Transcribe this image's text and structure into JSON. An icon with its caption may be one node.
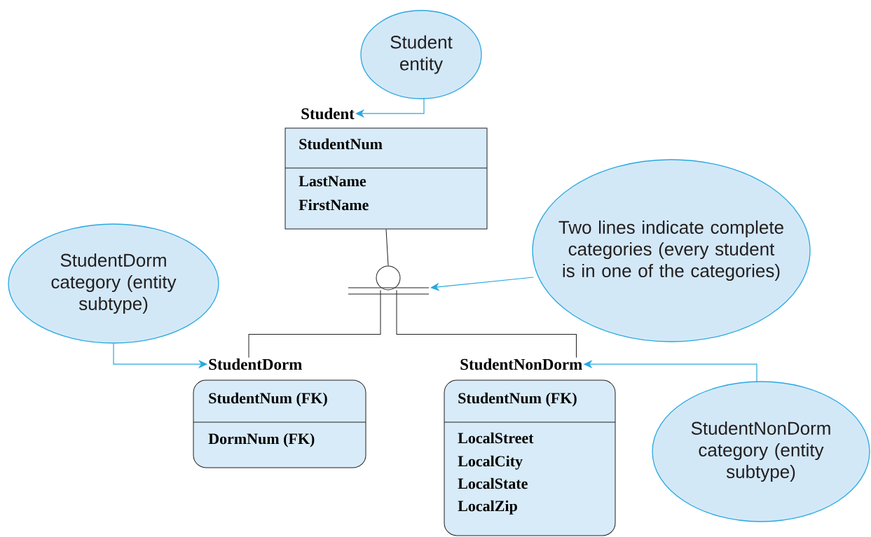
{
  "diagram": {
    "nodes": [
      {
        "text": [
          "Student entity"
        ]
      },
      {
        "text": [
          "Student",
          "StudentNum",
          "LastName",
          "FirstName"
        ]
      },
      {
        "text": [
          "StudentDorm category (entity subtype)"
        ]
      },
      {
        "text": [],
        "shape": "circle"
      },
      {
        "text": [
          "Two lines indicate complete categories (every student is in one of the categories)"
        ]
      },
      {
        "text": [
          "StudentDorm",
          "StudentNum (FK)",
          "DormNum (FK)"
        ]
      },
      {
        "text": [
          "StudentNonDorm",
          "StudentNum (FK)",
          "LocalStreet",
          "LocalCity",
          "LocalState",
          "LocalZip"
        ]
      },
      {
        "text": [
          "StudentNonDorm category (entity subtype)"
        ]
      }
    ],
    "edges": [
      {
        "from": 0,
        "to": 1,
        "arrow": "to",
        "color": "#29a8e0"
      },
      {
        "from": 1,
        "to": 3,
        "arrow": "none",
        "color": "#231f20"
      },
      {
        "from": 3,
        "to": 5,
        "arrow": "none",
        "color": "#231f20"
      },
      {
        "from": 3,
        "to": 6,
        "arrow": "none",
        "color": "#231f20"
      },
      {
        "from": 2,
        "to": 5,
        "arrow": "to",
        "color": "#29a8e0"
      },
      {
        "from": 4,
        "to": 3,
        "arrow": "to",
        "color": "#29a8e0"
      },
      {
        "from": 7,
        "to": 6,
        "arrow": "to",
        "color": "#29a8e0"
      }
    ]
  }
}
